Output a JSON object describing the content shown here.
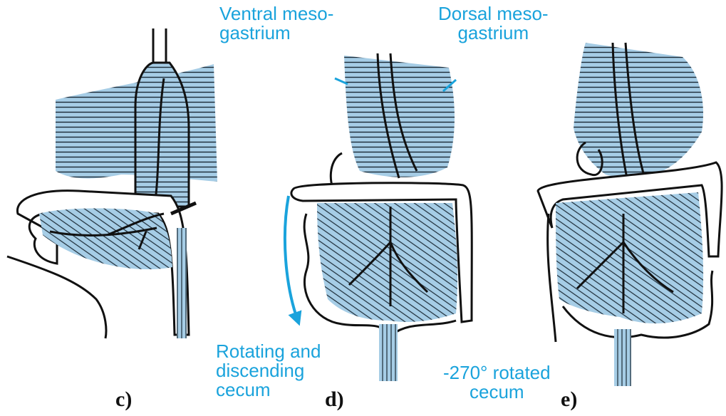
{
  "labels": {
    "ventral": "Ventral meso-\ngastrium",
    "dorsal": "Dorsal meso-\ngastrium",
    "rotating": "Rotating and\ndiscending\ncecum",
    "rotated": "-270° rotated\ncecum"
  },
  "panels": {
    "c": "c)",
    "d": "d)",
    "e": "e)"
  },
  "colors": {
    "mesentery": "#a6cde6",
    "outline": "#111111",
    "accent": "#1aa3dc"
  }
}
